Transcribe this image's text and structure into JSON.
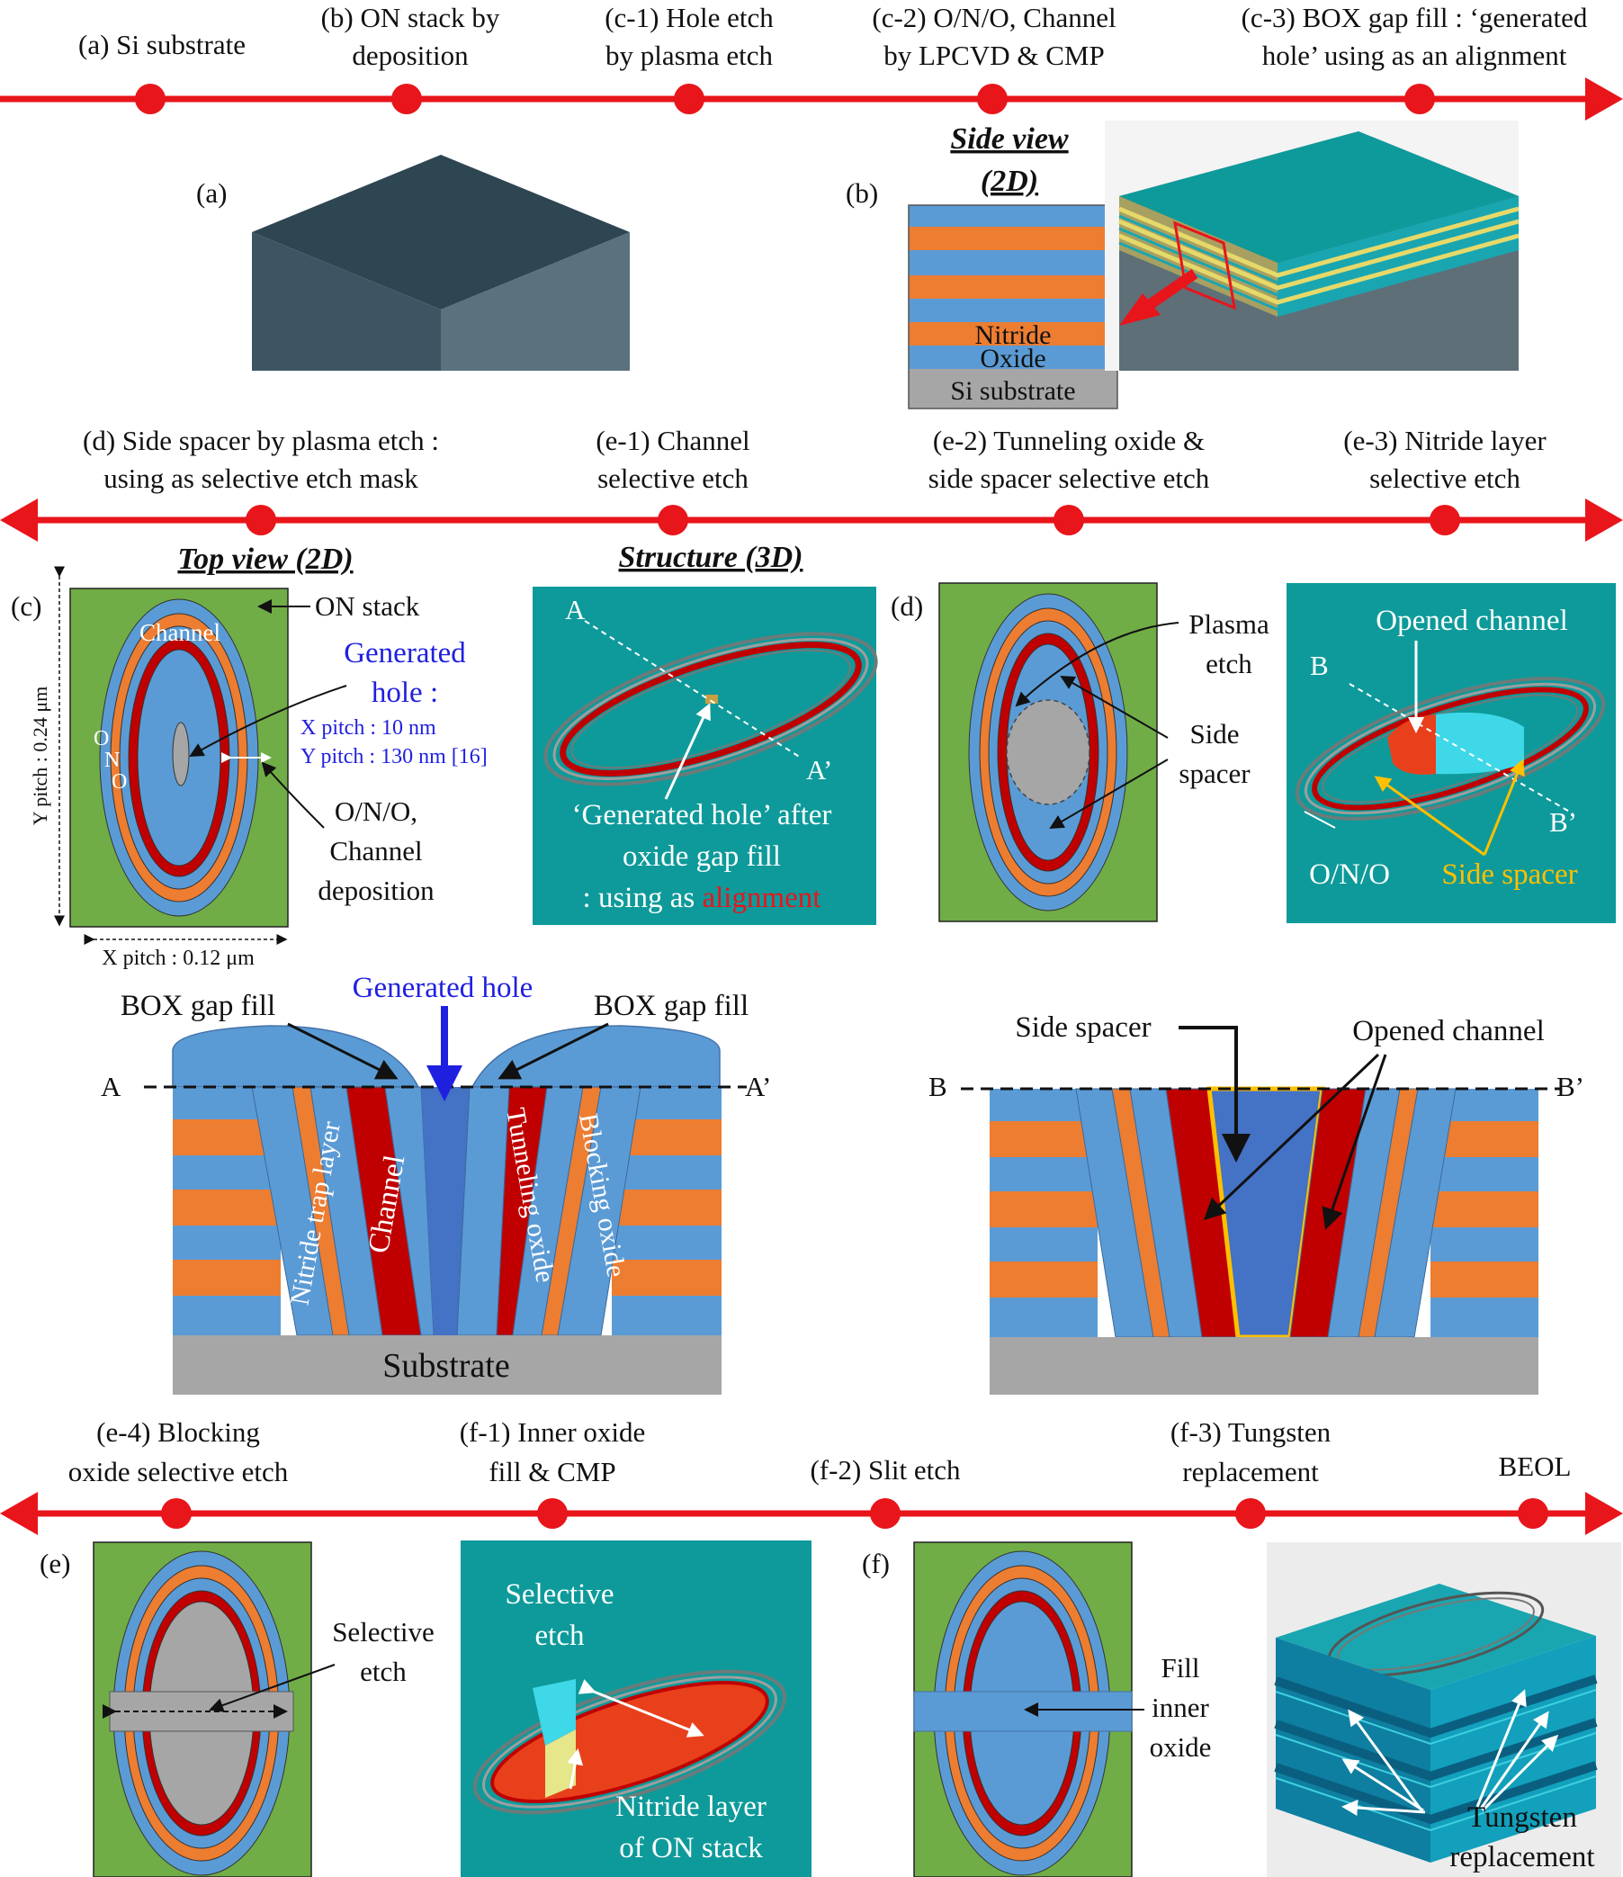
{
  "colors": {
    "red": "#e8151b",
    "green": "#70ad47",
    "blue": "#5b9bd5",
    "orange": "#ed7d31",
    "darkred": "#c00000",
    "teal": "#0e9a9a",
    "gray": "#a6a6a6",
    "holeblue": "#4472c4",
    "gold": "#ffc000",
    "labelblue": "#1f1fe0"
  },
  "timeline1": {
    "steps": [
      {
        "l1": "(a) Si substrate",
        "l2": ""
      },
      {
        "l1": "(b) ON stack by",
        "l2": "deposition"
      },
      {
        "l1": "(c-1) Hole etch",
        "l2": "by plasma etch"
      },
      {
        "l1": "(c-2) O/N/O, Channel",
        "l2": "by LPCVD & CMP"
      },
      {
        "l1": "(c-3) BOX gap fill : ‘generated",
        "l2": "hole’ using as an alignment"
      }
    ]
  },
  "timeline2": {
    "steps": [
      {
        "l1": "(d) Side spacer by plasma etch :",
        "l2": "using as selective etch mask"
      },
      {
        "l1": "(e-1) Channel",
        "l2": "selective etch"
      },
      {
        "l1": "(e-2) Tunneling oxide &",
        "l2": "side spacer selective etch"
      },
      {
        "l1": "(e-3) Nitride layer",
        "l2": "selective etch"
      }
    ]
  },
  "timeline3": {
    "steps": [
      {
        "l1": "(e-4) Blocking",
        "l2": "oxide selective etch"
      },
      {
        "l1": "(f-1) Inner oxide",
        "l2": "fill & CMP"
      },
      {
        "l1": "(f-2) Slit etch",
        "l2": ""
      },
      {
        "l1": "(f-3) Tungsten",
        "l2": "replacement"
      },
      {
        "l1": "BEOL",
        "l2": ""
      }
    ]
  },
  "panelA": {
    "label": "(a)"
  },
  "panelB": {
    "label": "(b)",
    "side_view_1": "Side view",
    "side_view_2": "(2D)",
    "nitride": "Nitride",
    "oxide": "Oxide",
    "substrate": "Si substrate"
  },
  "panelC": {
    "label": "(c)",
    "top_view": "Top view (2D)",
    "structure": "Structure (3D)",
    "on_stack": "ON stack",
    "channel": "Channel",
    "onoN_o": "O",
    "onoN_n": "N",
    "onoN_o2": "O",
    "gen_hole_1": "Generated",
    "gen_hole_2": "hole :",
    "x_pitch_hole": "X pitch : 10 nm",
    "y_pitch_hole": "Y pitch : 130 nm [16]",
    "ono_1": "O/N/O,",
    "ono_2": "Channel",
    "ono_3": "deposition",
    "y_pitch": "Y pitch : 0.24 μm",
    "x_pitch": "X pitch : 0.12 μm",
    "A": "A",
    "A2": "A’",
    "gh_after_1": "‘Generated hole’ after",
    "gh_after_2": "oxide gap fill",
    "gh_after_3": ": using as ",
    "gh_after_4": "alignment"
  },
  "panelD": {
    "label": "(d)",
    "plasma_1": "Plasma",
    "plasma_2": "etch",
    "side_spacer_1": "Side",
    "side_spacer_2": "spacer",
    "opened_channel": "Opened channel",
    "B": "B",
    "B2": "B’",
    "ono": "O/N/O",
    "side_spacer": "Side spacer"
  },
  "crossA": {
    "box_left": "BOX gap fill",
    "gen_hole": "Generated hole",
    "box_right": "BOX gap fill",
    "A": "A",
    "A2": "A’",
    "nitride_trap": "Nitride trap layer",
    "channel": "Channel",
    "tunneling": "Tunneling oxide",
    "blocking": "Blocking oxide",
    "substrate": "Substrate"
  },
  "crossB": {
    "side_spacer": "Side spacer",
    "opened_channel": "Opened channel",
    "B": "B",
    "B2": "B’"
  },
  "panelE": {
    "label": "(e)",
    "selective_1": "Selective",
    "selective_2": "etch",
    "sel3d_1": "Selective",
    "sel3d_2": "etch",
    "nitride_1": "Nitride layer",
    "nitride_2": "of ON stack"
  },
  "panelF": {
    "label": "(f)",
    "fill_1": "Fill",
    "fill_2": "inner",
    "fill_3": "oxide",
    "tungsten_1": "Tungsten",
    "tungsten_2": "replacement"
  }
}
